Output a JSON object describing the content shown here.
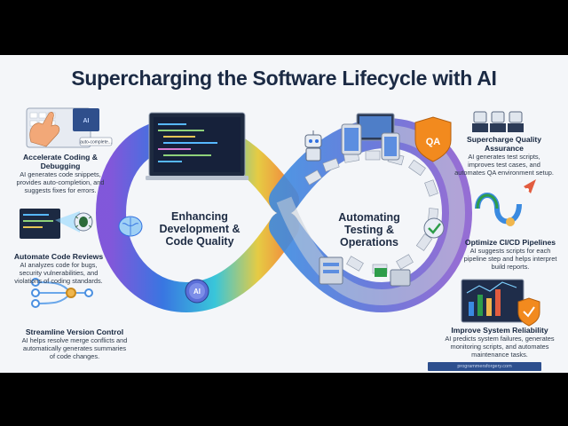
{
  "title": "Supercharging the Software Lifecycle with AI",
  "center_left": [
    "Enhancing",
    "Development &",
    "Code Quality"
  ],
  "center_right": [
    "Automating",
    "Testing &",
    "Operations"
  ],
  "badges": {
    "qa": "QA",
    "ai_shield": "AI",
    "ai_brain": "AI",
    "autocomplete": "auto-complete..."
  },
  "left_features": [
    {
      "heading": "Accelerate Coding & Debugging",
      "desc": "AI generates code snippets, provides auto-completion, and suggests fixes for errors."
    },
    {
      "heading": "Automate Code Reviews",
      "desc": "AI analyzes code for bugs, security vulnerabilities, and violations of coding standards."
    },
    {
      "heading": "Streamline Version Control",
      "desc": "AI helps resolve merge conflicts and automatically generates summaries of code changes."
    }
  ],
  "right_features": [
    {
      "heading": "Supercharge Quality Assurance",
      "desc": "AI generates test scripts, improves test cases, and automates QA environment setup."
    },
    {
      "heading": "Optimize CI/CD Pipelines",
      "desc": "AI suggests scripts for each pipeline step and helps interpret build reports."
    },
    {
      "heading": "Improve System Reliability",
      "desc": "AI predicts system failures, generates monitoring scripts, and automates maintenance tasks."
    }
  ],
  "url": "programmersforgery.com",
  "colors": {
    "background": "#f4f6f9",
    "title": "#1b2a44",
    "loop_left": "#2f6fe0",
    "loop_right": "#7a5bd6",
    "qa_orange": "#f28a1e"
  }
}
